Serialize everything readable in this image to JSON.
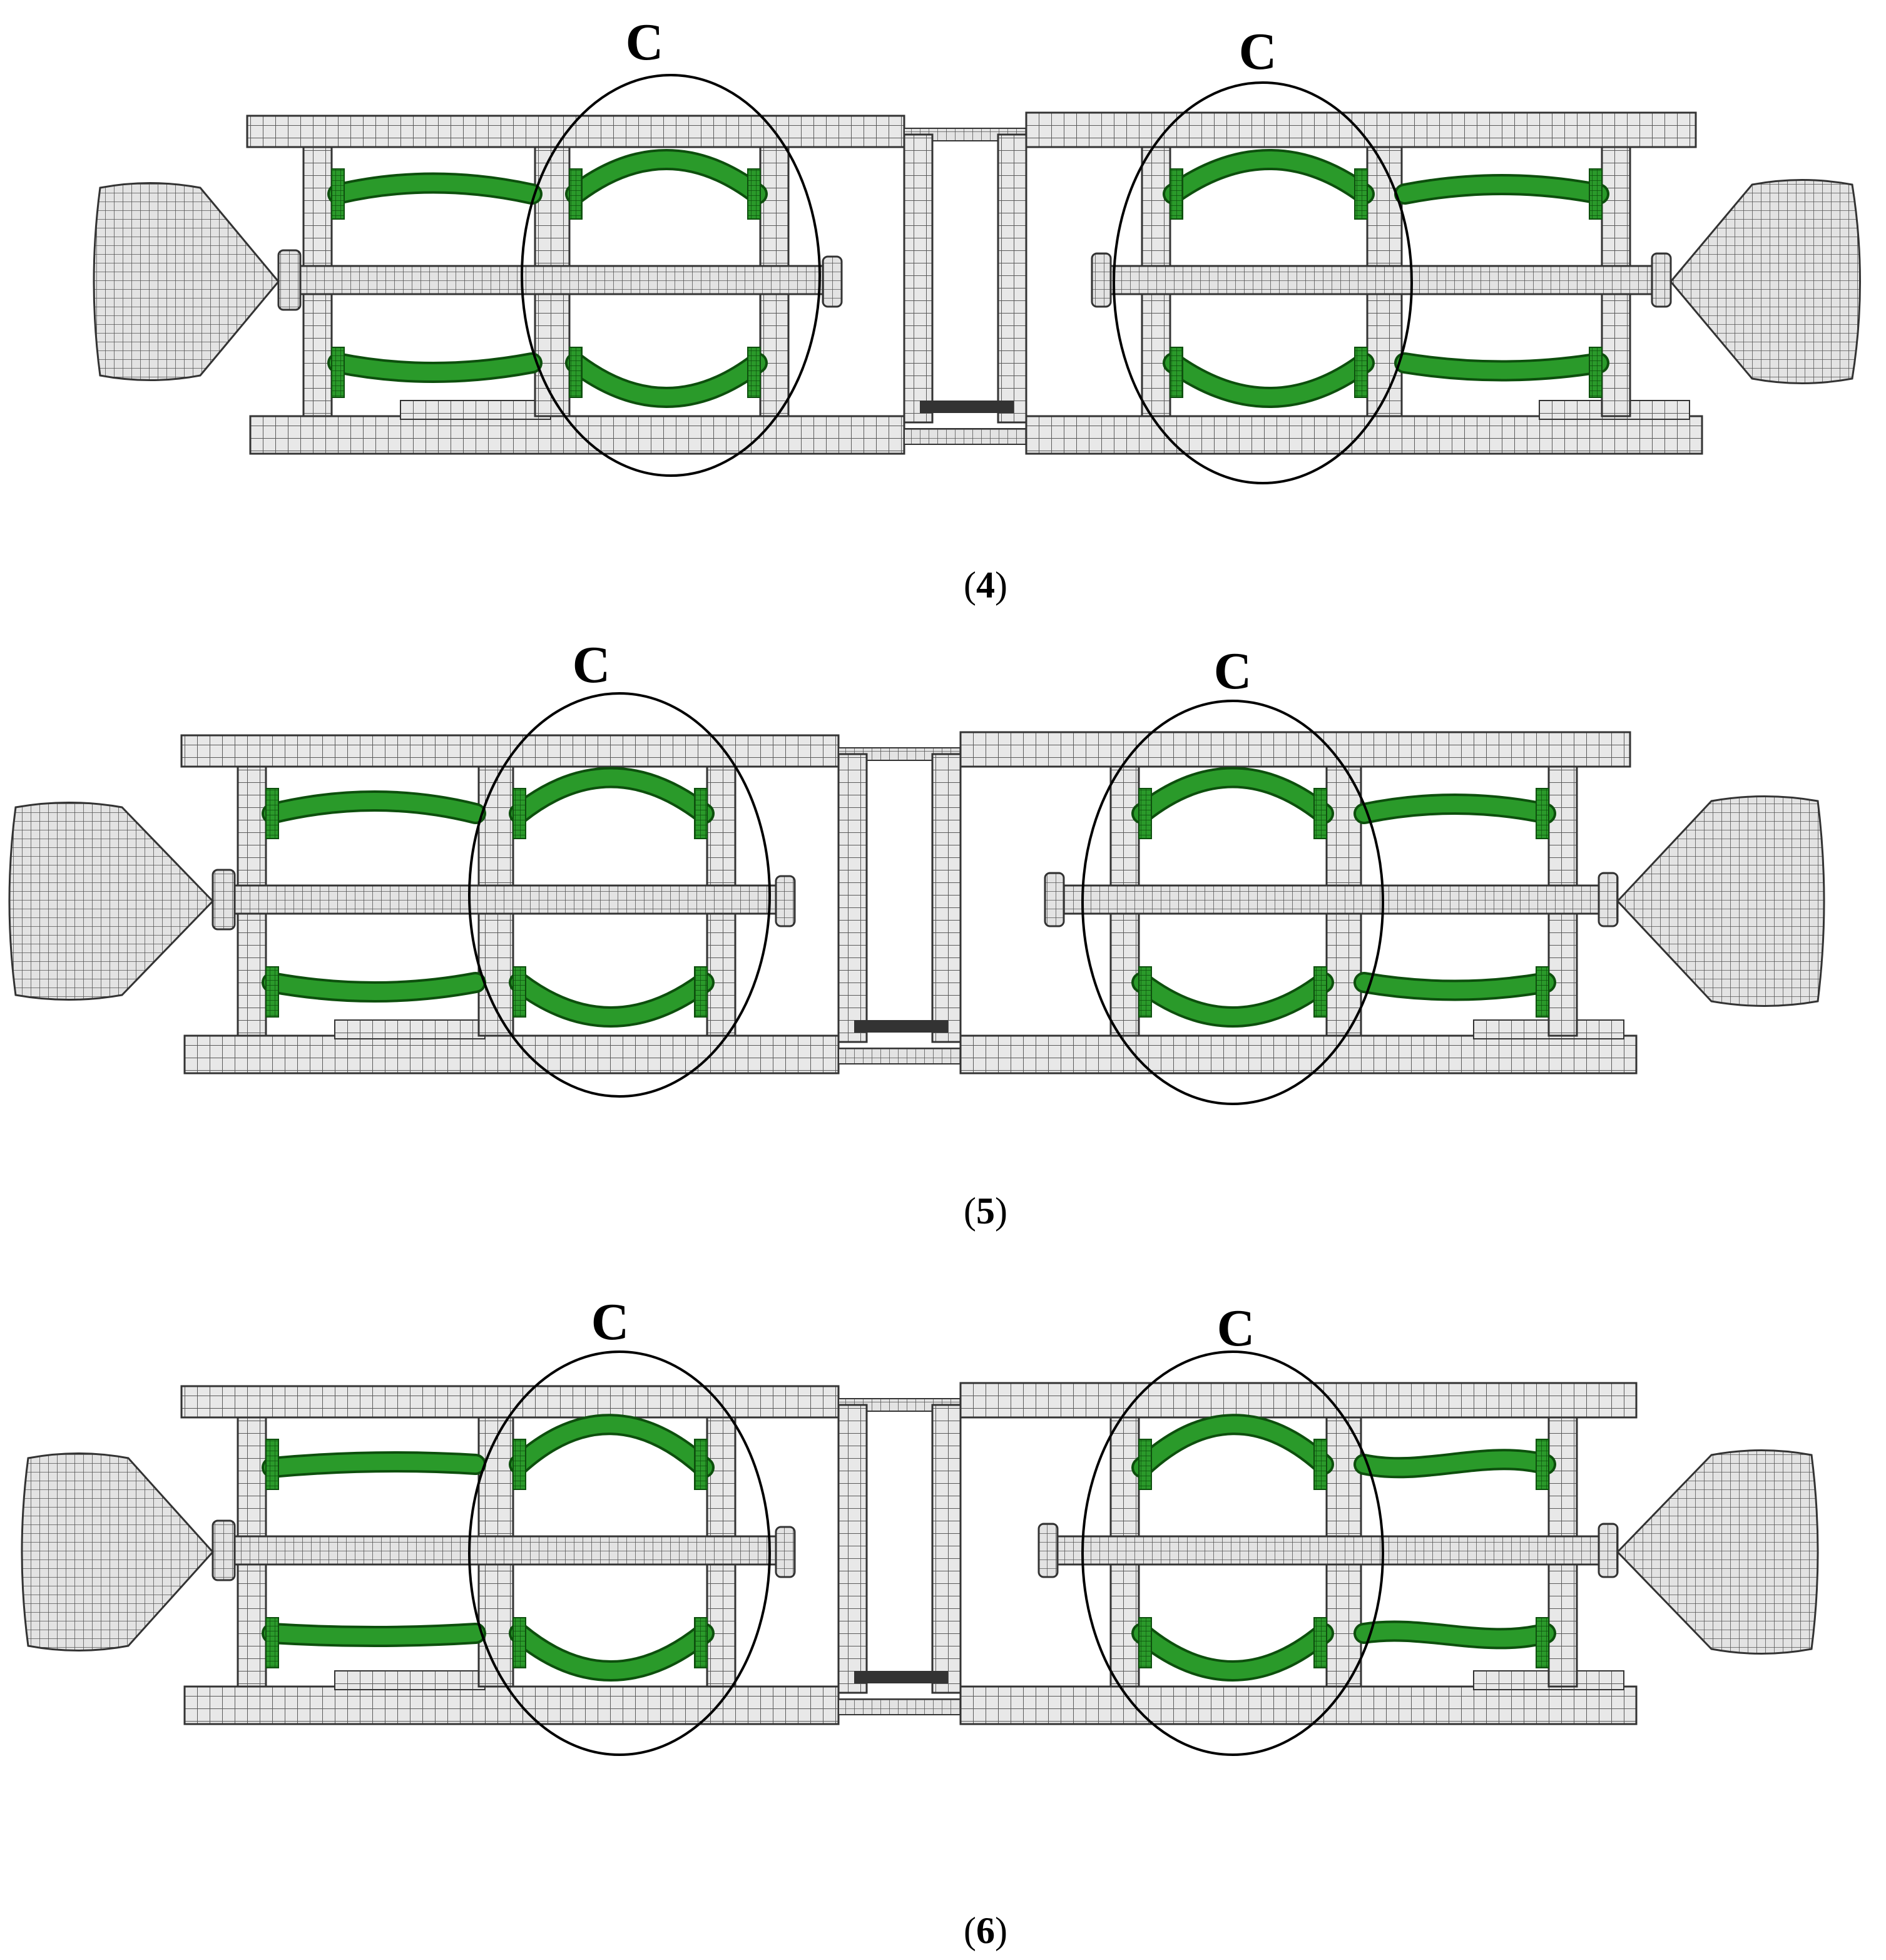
{
  "figure": {
    "panels": [
      {
        "label": "4",
        "callouts": [
          "C",
          "C"
        ]
      },
      {
        "label": "5",
        "callouts": [
          "C",
          "C"
        ]
      },
      {
        "label": "6",
        "callouts": [
          "C",
          "C"
        ]
      }
    ]
  },
  "colors": {
    "mesh_fill": "#e8e8e8",
    "mesh_line": "#5a5a5a",
    "spring": "#1f8a1f",
    "spring_dark": "#0d4f0d",
    "outline": "#000000"
  },
  "icons": {
    "impactor": "cone-impactor-icon",
    "bolt": "hex-nut-icon",
    "callout": "ellipse-callout-icon"
  }
}
